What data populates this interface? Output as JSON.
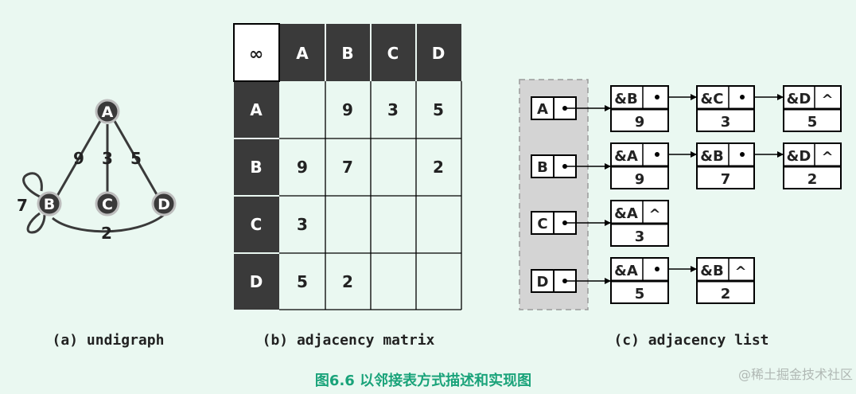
{
  "graph": {
    "nodes": [
      "A",
      "B",
      "C",
      "D"
    ],
    "edges": [
      {
        "from": "A",
        "to": "B",
        "weight": "9"
      },
      {
        "from": "A",
        "to": "C",
        "weight": "3"
      },
      {
        "from": "A",
        "to": "D",
        "weight": "5"
      },
      {
        "from": "B",
        "to": "B",
        "weight": "7"
      },
      {
        "from": "B",
        "to": "D",
        "weight": "2"
      }
    ],
    "caption": "(a) undigraph"
  },
  "matrix": {
    "corner": "∞",
    "headers": [
      "A",
      "B",
      "C",
      "D"
    ],
    "rows": [
      {
        "label": "A",
        "cells": [
          "",
          "9",
          "3",
          "5"
        ]
      },
      {
        "label": "B",
        "cells": [
          "9",
          "7",
          "",
          "2"
        ]
      },
      {
        "label": "C",
        "cells": [
          "3",
          "",
          "",
          ""
        ]
      },
      {
        "label": "D",
        "cells": [
          "5",
          "2",
          "",
          ""
        ]
      }
    ],
    "caption": "(b) adjacency matrix"
  },
  "adjlist": {
    "heads": [
      {
        "label": "A",
        "nodes": [
          {
            "ref": "&B",
            "weight": "9",
            "end": false
          },
          {
            "ref": "&C",
            "weight": "3",
            "end": false
          },
          {
            "ref": "&D",
            "weight": "5",
            "end": true
          }
        ]
      },
      {
        "label": "B",
        "nodes": [
          {
            "ref": "&A",
            "weight": "9",
            "end": false
          },
          {
            "ref": "&B",
            "weight": "7",
            "end": false
          },
          {
            "ref": "&D",
            "weight": "2",
            "end": true
          }
        ]
      },
      {
        "label": "C",
        "nodes": [
          {
            "ref": "&A",
            "weight": "3",
            "end": true
          }
        ]
      },
      {
        "label": "D",
        "nodes": [
          {
            "ref": "&A",
            "weight": "5",
            "end": false
          },
          {
            "ref": "&B",
            "weight": "2",
            "end": true
          }
        ]
      }
    ],
    "null_symbol": "^",
    "caption": "(c) adjacency list"
  },
  "figure_title": "图6.6 以邻接表方式描述和实现图",
  "watermark": "@稀土掘金技术社区",
  "colors": {
    "background": "#eaf8f1",
    "dark": "#3a3a3a",
    "title": "#1aa37a",
    "grid": "#000000",
    "dashed_box": "#cfcfcf"
  }
}
